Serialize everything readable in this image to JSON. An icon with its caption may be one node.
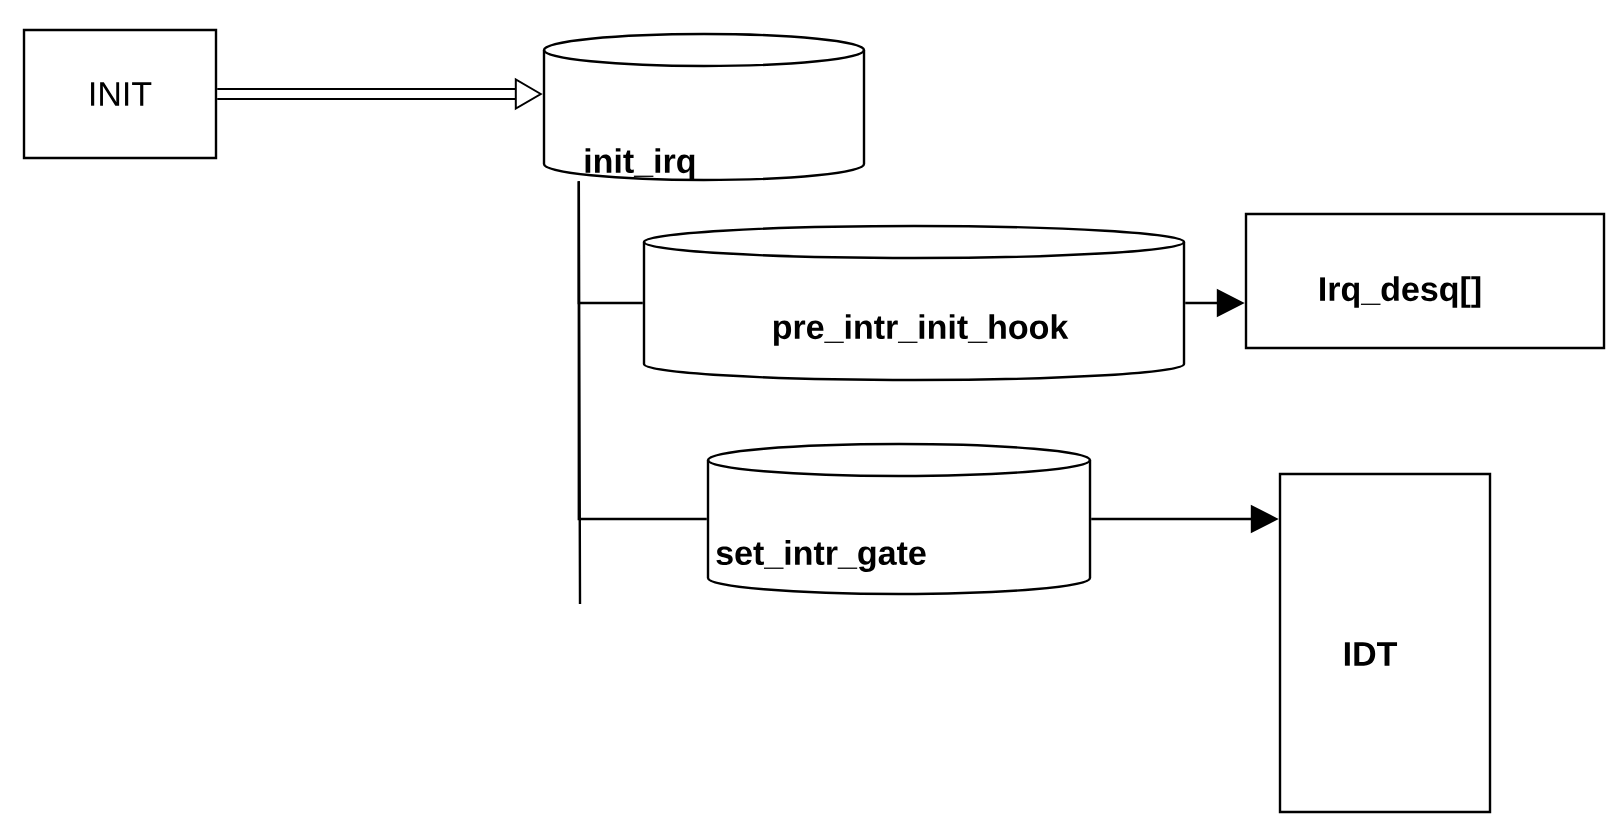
{
  "diagram": {
    "nodes": [
      {
        "text": [
          "INIT"
        ]
      },
      {
        "text": [
          "init_irq"
        ]
      },
      {
        "text": [
          "pre_intr_init_hook"
        ]
      },
      {
        "text": [
          "Irq_desq[]"
        ]
      },
      {
        "text": [
          "set_intr_gate"
        ]
      },
      {
        "text": [
          "IDT"
        ]
      }
    ],
    "edges": [
      {
        "from": 0,
        "to": 1,
        "arrow": "to",
        "style": "thick"
      },
      {
        "from": 1,
        "to": 2,
        "arrow": "none"
      },
      {
        "from": 1,
        "to": 4,
        "arrow": "none"
      },
      {
        "from": 2,
        "to": 3,
        "arrow": "to"
      },
      {
        "from": 4,
        "to": 5,
        "arrow": "to"
      }
    ]
  }
}
